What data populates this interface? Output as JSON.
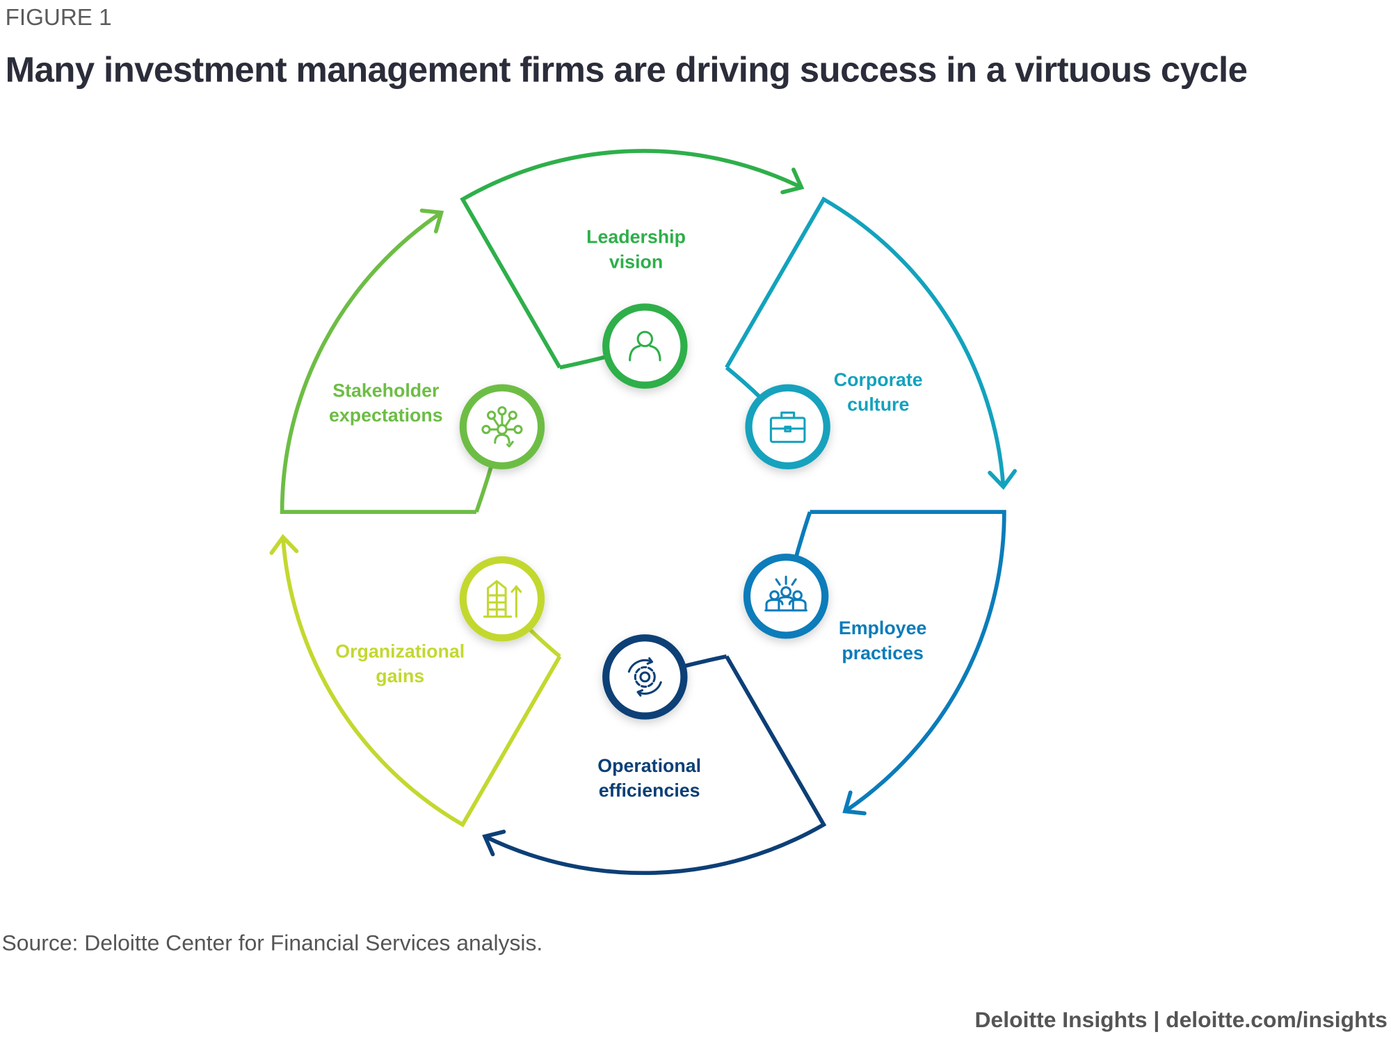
{
  "figure_label": "FIGURE 1",
  "title": "Many investment management firms are driving success in a virtuous cycle",
  "source": "Source: Deloitte Center for Financial Services analysis.",
  "footer": "Deloitte Insights | deloitte.com/insights",
  "cycle": [
    {
      "id": "leadership",
      "lines": [
        "Leadership",
        "vision"
      ],
      "color": "#2eaf4a",
      "icon": "person-icon"
    },
    {
      "id": "corporate",
      "lines": [
        "Corporate",
        "culture"
      ],
      "color": "#13a2bd",
      "icon": "briefcase-icon"
    },
    {
      "id": "employee",
      "lines": [
        "Employee",
        "practices"
      ],
      "color": "#0b7cba",
      "icon": "team-icon"
    },
    {
      "id": "operational",
      "lines": [
        "Operational",
        "efficiencies"
      ],
      "color": "#0c3f76",
      "icon": "gear-cycle-icon"
    },
    {
      "id": "organizational",
      "lines": [
        "Organizational",
        "gains"
      ],
      "color": "#c3d82f",
      "icon": "building-growth-icon"
    },
    {
      "id": "stakeholder",
      "lines": [
        "Stakeholder",
        "expectations"
      ],
      "color": "#6dbd45",
      "icon": "network-icon"
    }
  ]
}
